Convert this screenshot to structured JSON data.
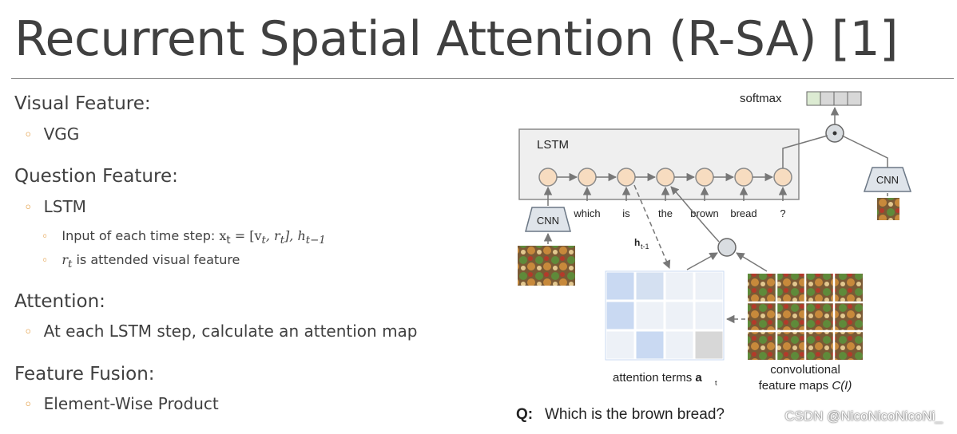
{
  "slide": {
    "title": "Recurrent Spatial Attention (R-SA) [1]"
  },
  "sections": {
    "visual": {
      "heading": "Visual Feature:",
      "bullet": "VGG"
    },
    "question": {
      "heading": "Question Feature:",
      "bullet": "LSTM",
      "sub1_prefix": "Input of each time step: ",
      "sub1_math": "x",
      "sub1_sub": "t",
      "sub1_rest": " = [v",
      "sub1_tail": "t",
      "sub1_mid": ", r",
      "sub1_mid_sub": "t",
      "sub1_end": "],   h",
      "sub1_end_sub": "t−1",
      "sub2_math": "r",
      "sub2_sub": "t",
      "sub2_text": " is attended visual feature"
    },
    "attention": {
      "heading": "Attention:",
      "bullet": "At each LSTM step, calculate an attention map"
    },
    "fusion": {
      "heading": "Feature Fusion:",
      "bullet": "Element-Wise Product"
    }
  },
  "diagram": {
    "softmax_label": "softmax",
    "lstm_label": "LSTM",
    "cnn_left": "CNN",
    "cnn_right": "CNN",
    "words": [
      "which",
      "is",
      "the",
      "brown",
      "bread",
      "?"
    ],
    "h_label": "h",
    "h_sub": "t-1",
    "attention_label": "attention terms ",
    "attention_bold": "a",
    "attention_sub": "t",
    "conv_label_1": "convolutional",
    "conv_label_2": "feature maps ",
    "conv_label_italic": "C(I)",
    "question_prefix": "Q:",
    "question_text": "Which is the brown bread?",
    "colors": {
      "node_fill": "#f7dcc0",
      "attn_blue": "#c9d9f2",
      "attn_light": "#edf1f7",
      "softmax_green": "#dcebd2"
    }
  },
  "watermark": "CSDN @NicoNicoNicoNi_"
}
